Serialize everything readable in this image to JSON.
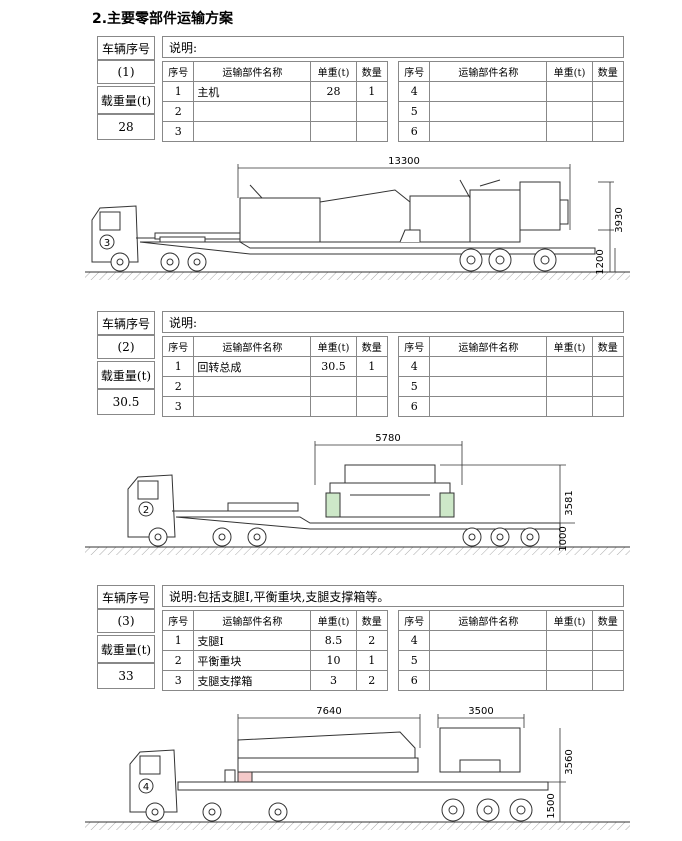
{
  "heading": "2.主要零部件运输方案",
  "labels": {
    "vehicle_no": "车辆序号",
    "load": "载重量(t)",
    "note_prefix": "说明:",
    "col_no": "序号",
    "col_name": "运输部件名称",
    "col_weight": "单重(t)",
    "col_qty": "数量"
  },
  "plans": [
    {
      "vehicle": "(1)",
      "load": "28",
      "note": "说明:",
      "rows_left": [
        {
          "no": "1",
          "name": "主机",
          "weight": "28",
          "qty": "1"
        },
        {
          "no": "2",
          "name": "",
          "weight": "",
          "qty": ""
        },
        {
          "no": "3",
          "name": "",
          "weight": "",
          "qty": ""
        }
      ],
      "rows_right": [
        {
          "no": "4",
          "name": "",
          "weight": "",
          "qty": ""
        },
        {
          "no": "5",
          "name": "",
          "weight": "",
          "qty": ""
        },
        {
          "no": "6",
          "name": "",
          "weight": "",
          "qty": ""
        }
      ],
      "truck_number": "3",
      "dims": [
        "13300",
        "3930",
        "1200"
      ]
    },
    {
      "vehicle": "(2)",
      "load": "30.5",
      "note": "说明:",
      "rows_left": [
        {
          "no": "1",
          "name": "回转总成",
          "weight": "30.5",
          "qty": "1"
        },
        {
          "no": "2",
          "name": "",
          "weight": "",
          "qty": ""
        },
        {
          "no": "3",
          "name": "",
          "weight": "",
          "qty": ""
        }
      ],
      "rows_right": [
        {
          "no": "4",
          "name": "",
          "weight": "",
          "qty": ""
        },
        {
          "no": "5",
          "name": "",
          "weight": "",
          "qty": ""
        },
        {
          "no": "6",
          "name": "",
          "weight": "",
          "qty": ""
        }
      ],
      "truck_number": "2",
      "dims": [
        "5780",
        "3581",
        "1000"
      ]
    },
    {
      "vehicle": "(3)",
      "load": "33",
      "note": "说明:包括支腿I,平衡重块,支腿支撑箱等。",
      "rows_left": [
        {
          "no": "1",
          "name": "支腿I",
          "weight": "8.5",
          "qty": "2"
        },
        {
          "no": "2",
          "name": "平衡重块",
          "weight": "10",
          "qty": "1"
        },
        {
          "no": "3",
          "name": "支腿支撑箱",
          "weight": "3",
          "qty": "2"
        }
      ],
      "rows_right": [
        {
          "no": "4",
          "name": "",
          "weight": "",
          "qty": ""
        },
        {
          "no": "5",
          "name": "",
          "weight": "",
          "qty": ""
        },
        {
          "no": "6",
          "name": "",
          "weight": "",
          "qty": ""
        }
      ],
      "truck_number": "4",
      "dims": [
        "7640",
        "3500",
        "3560",
        "1500"
      ]
    }
  ]
}
